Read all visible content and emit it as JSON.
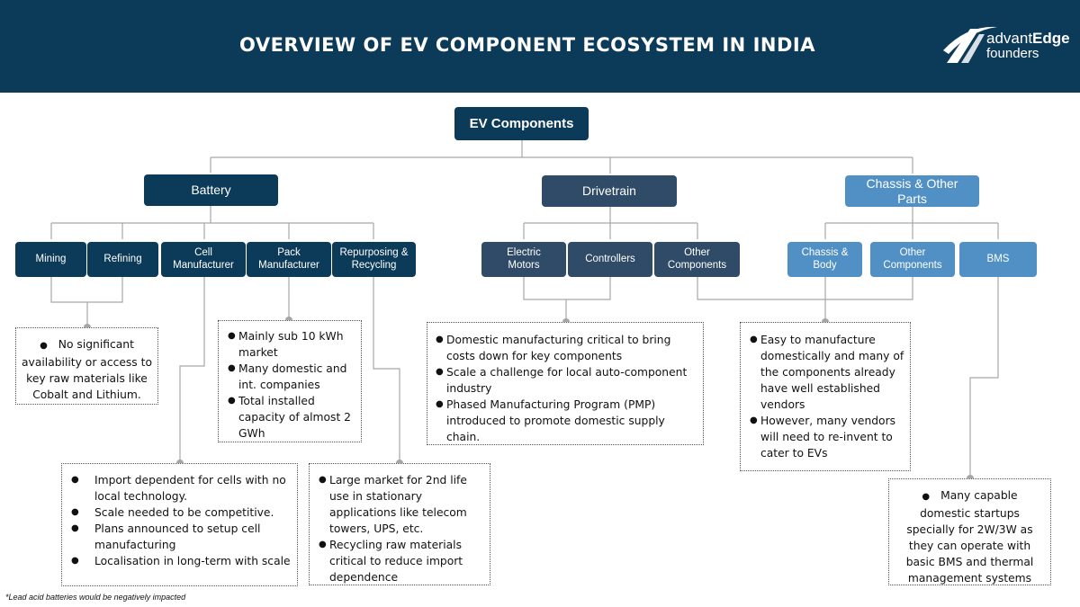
{
  "header": {
    "title": "OVERVIEW OF EV COMPONENT ECOSYSTEM IN INDIA"
  },
  "logo": {
    "text_a": "advant",
    "text_b": "Edge",
    "text_c": "founders"
  },
  "root": {
    "label": "EV Components"
  },
  "branches": {
    "battery": "Battery",
    "drivetrain": "Drivetrain",
    "chassis": "Chassis & Other Parts"
  },
  "leaves": {
    "mining": "Mining",
    "refining": "Refining",
    "cell": "Cell Manufacturer",
    "pack": "Pack Manufacturer",
    "repurposing": "Repurposing & Recycling",
    "motors": "Electric Motors",
    "controllers": "Controllers",
    "drive_other": "Other Components",
    "chassis_body": "Chassis & Body",
    "chassis_other": "Other Components",
    "bms": "BMS"
  },
  "notes": {
    "raw": [
      "No significant availability or access to key raw materials like Cobalt and Lithium."
    ],
    "pack": [
      "Mainly sub 10 kWh market",
      "Many domestic and int. companies",
      "Total installed capacity of almost 2 GWh"
    ],
    "cell": [
      "Import dependent for cells with no local technology.",
      "Scale needed to be competitive.",
      "Plans announced to setup cell manufacturing",
      "Localisation in long-term with scale"
    ],
    "recycling": [
      "Large market for 2nd life use in stationary applications like telecom towers, UPS, etc.",
      "Recycling raw materials critical to reduce import dependence"
    ],
    "drivetrain": [
      "Domestic manufacturing critical to bring costs down for key components",
      "Scale a challenge for local auto-component industry",
      "Phased Manufacturing Program (PMP) introduced to promote domestic supply chain."
    ],
    "chassis": [
      "Easy to manufacture domestically and many of the components already have well established vendors",
      "However, many vendors will need to re-invent to cater to EVs"
    ],
    "bms": [
      "Many capable domestic startups specially for 2W/3W as they can operate with basic BMS and thermal management systems"
    ]
  },
  "footnote": "*Lead acid batteries would be negatively impacted",
  "colors": {
    "header": "#0c3a59",
    "dark_node": "#0c3a59",
    "mid_node": "#2f4b67",
    "light_node": "#5190c4",
    "connector": "#a6a6a6"
  }
}
